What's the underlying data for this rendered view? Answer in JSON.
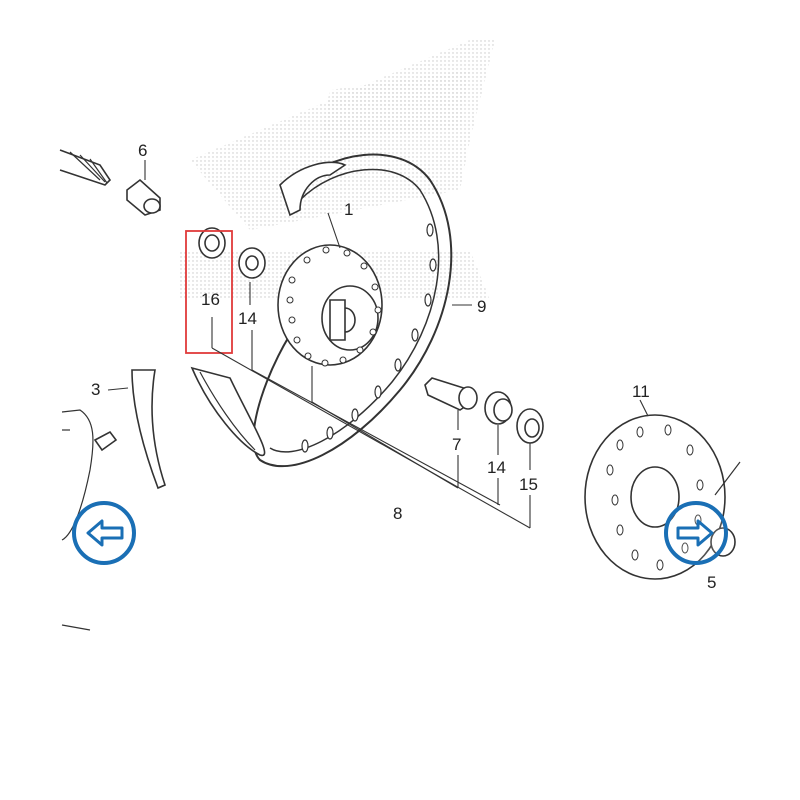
{
  "diagram": {
    "callouts": {
      "c1": "1",
      "c3": "3",
      "c5": "5",
      "c6": "6",
      "c7": "7",
      "c8": "8",
      "c9": "9",
      "c11": "11",
      "c14a": "14",
      "c14b": "14",
      "c15": "15",
      "c16": "16"
    },
    "highlight_color": "#e03a3a",
    "nav_color": "#1a6fb5",
    "nav": {
      "prev_icon": "arrow-left-icon",
      "next_icon": "arrow-right-icon"
    }
  }
}
